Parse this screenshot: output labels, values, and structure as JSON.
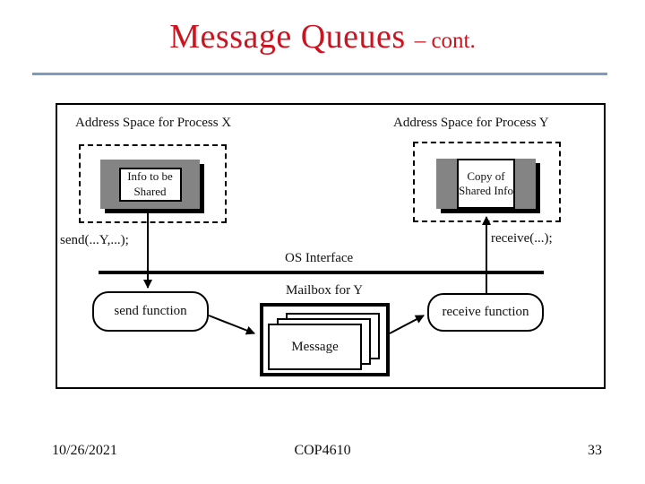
{
  "slide": {
    "title_main": "Message Queues",
    "title_suffix": "– cont.",
    "title_color": "#cc1320",
    "rule_color": "#7d9cbd"
  },
  "diagram": {
    "address_space_x": {
      "label": "Address Space for Process X",
      "shared_box_label": "Info to be Shared",
      "call_label": "send(...Y,...);"
    },
    "address_space_y": {
      "label": "Address Space for Process Y",
      "shared_box_label": "Copy of Shared Info",
      "call_label": "receive(...);"
    },
    "os_interface_label": "OS Interface",
    "send_function_label": "send function",
    "receive_function_label": "receive function",
    "mailbox": {
      "label": "Mailbox for Y",
      "message_label": "Message",
      "stacked_message_count": 3
    },
    "gray_fill": "#848484",
    "line_color": "#000000"
  },
  "footer": {
    "date": "10/26/2021",
    "course": "COP4610",
    "page_number": "33"
  }
}
